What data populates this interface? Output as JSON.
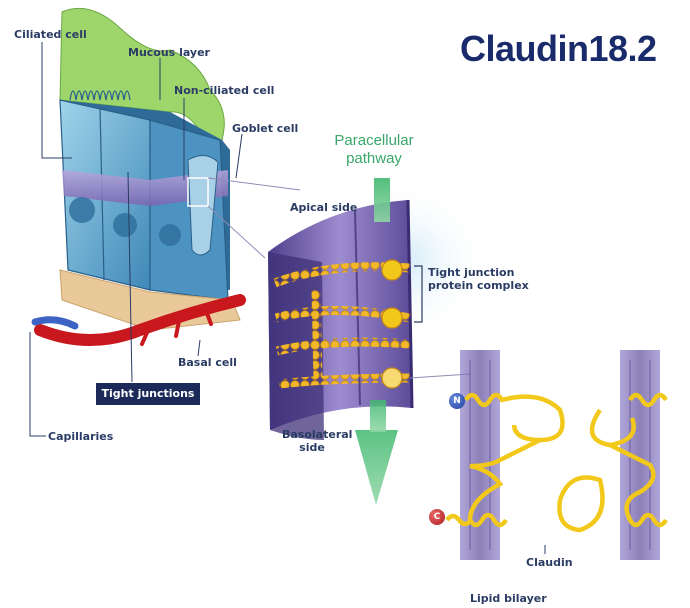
{
  "title": "Claudin18.2",
  "labels": {
    "ciliated_cell": "Ciliated cell",
    "mucous_layer": "Mucous layer",
    "non_ciliated_cell": "Non-ciliated cell",
    "goblet_cell": "Goblet cell",
    "paracellular_pathway": "Paracellular\npathway",
    "apical_side": "Apical side",
    "tight_junction_protein_complex": "Tight junction\nprotein complex",
    "basal_cell": "Basal cell",
    "tight_junctions": "Tight junctions",
    "capillaries": "Capillaries",
    "basolateral_side": "Basolateral\nside",
    "n_terminus": "N",
    "c_terminus": "C",
    "claudin": "Claudin",
    "lipid_bilayer": "Lipid bilayer"
  },
  "colors": {
    "title": "#1a2b6b",
    "label": "#2a3c64",
    "pathway": "#3aa86a",
    "tight_junction_box": "#1b2a58",
    "claudin_strand": "#f2c91a",
    "membrane": "#6e5ea8"
  }
}
